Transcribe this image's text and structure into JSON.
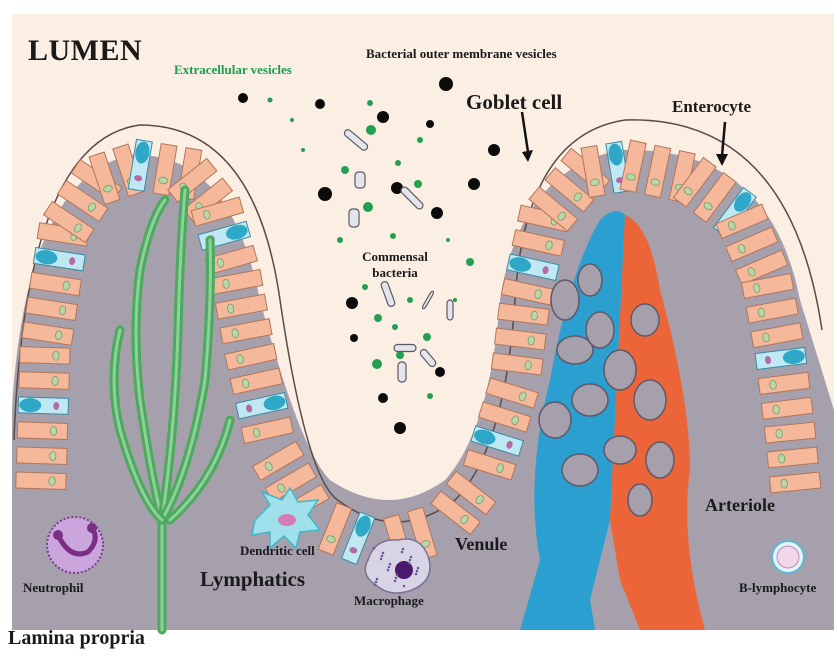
{
  "labels": {
    "lumen": "LUMEN",
    "extracellular_vesicles": "Extracellular vesicles",
    "bacterial_omv": "Bacterial outer membrane vesicles",
    "goblet_cell": "Goblet cell",
    "enterocyte": "Enterocyte",
    "commensal_bacteria": "Commensal bacteria",
    "arteriole": "Arteriole",
    "venule": "Venule",
    "dendritic_cell": "Dendritic cell",
    "lymphatics": "Lymphatics",
    "neutrophil": "Neutrophil",
    "macrophage": "Macrophage",
    "b_lymphocyte": "B-lymphocyte",
    "lamina_propria": "Lamina propria"
  },
  "colors": {
    "lumen_bg": "#fbeee2",
    "lamina_bg": "#a69fac",
    "enterocyte_fill": "#f5b89a",
    "enterocyte_stroke": "#b2765a",
    "nucleus": "#b8d6a6",
    "goblet": "#2fa8c8",
    "goblet_light": "#bfe8f2",
    "lymphatic": "#4caa5e",
    "venule": "#2a9fd0",
    "arteriole": "#ec6538",
    "ev_green": "#22a050",
    "omv_black": "#0b0b0b"
  }
}
